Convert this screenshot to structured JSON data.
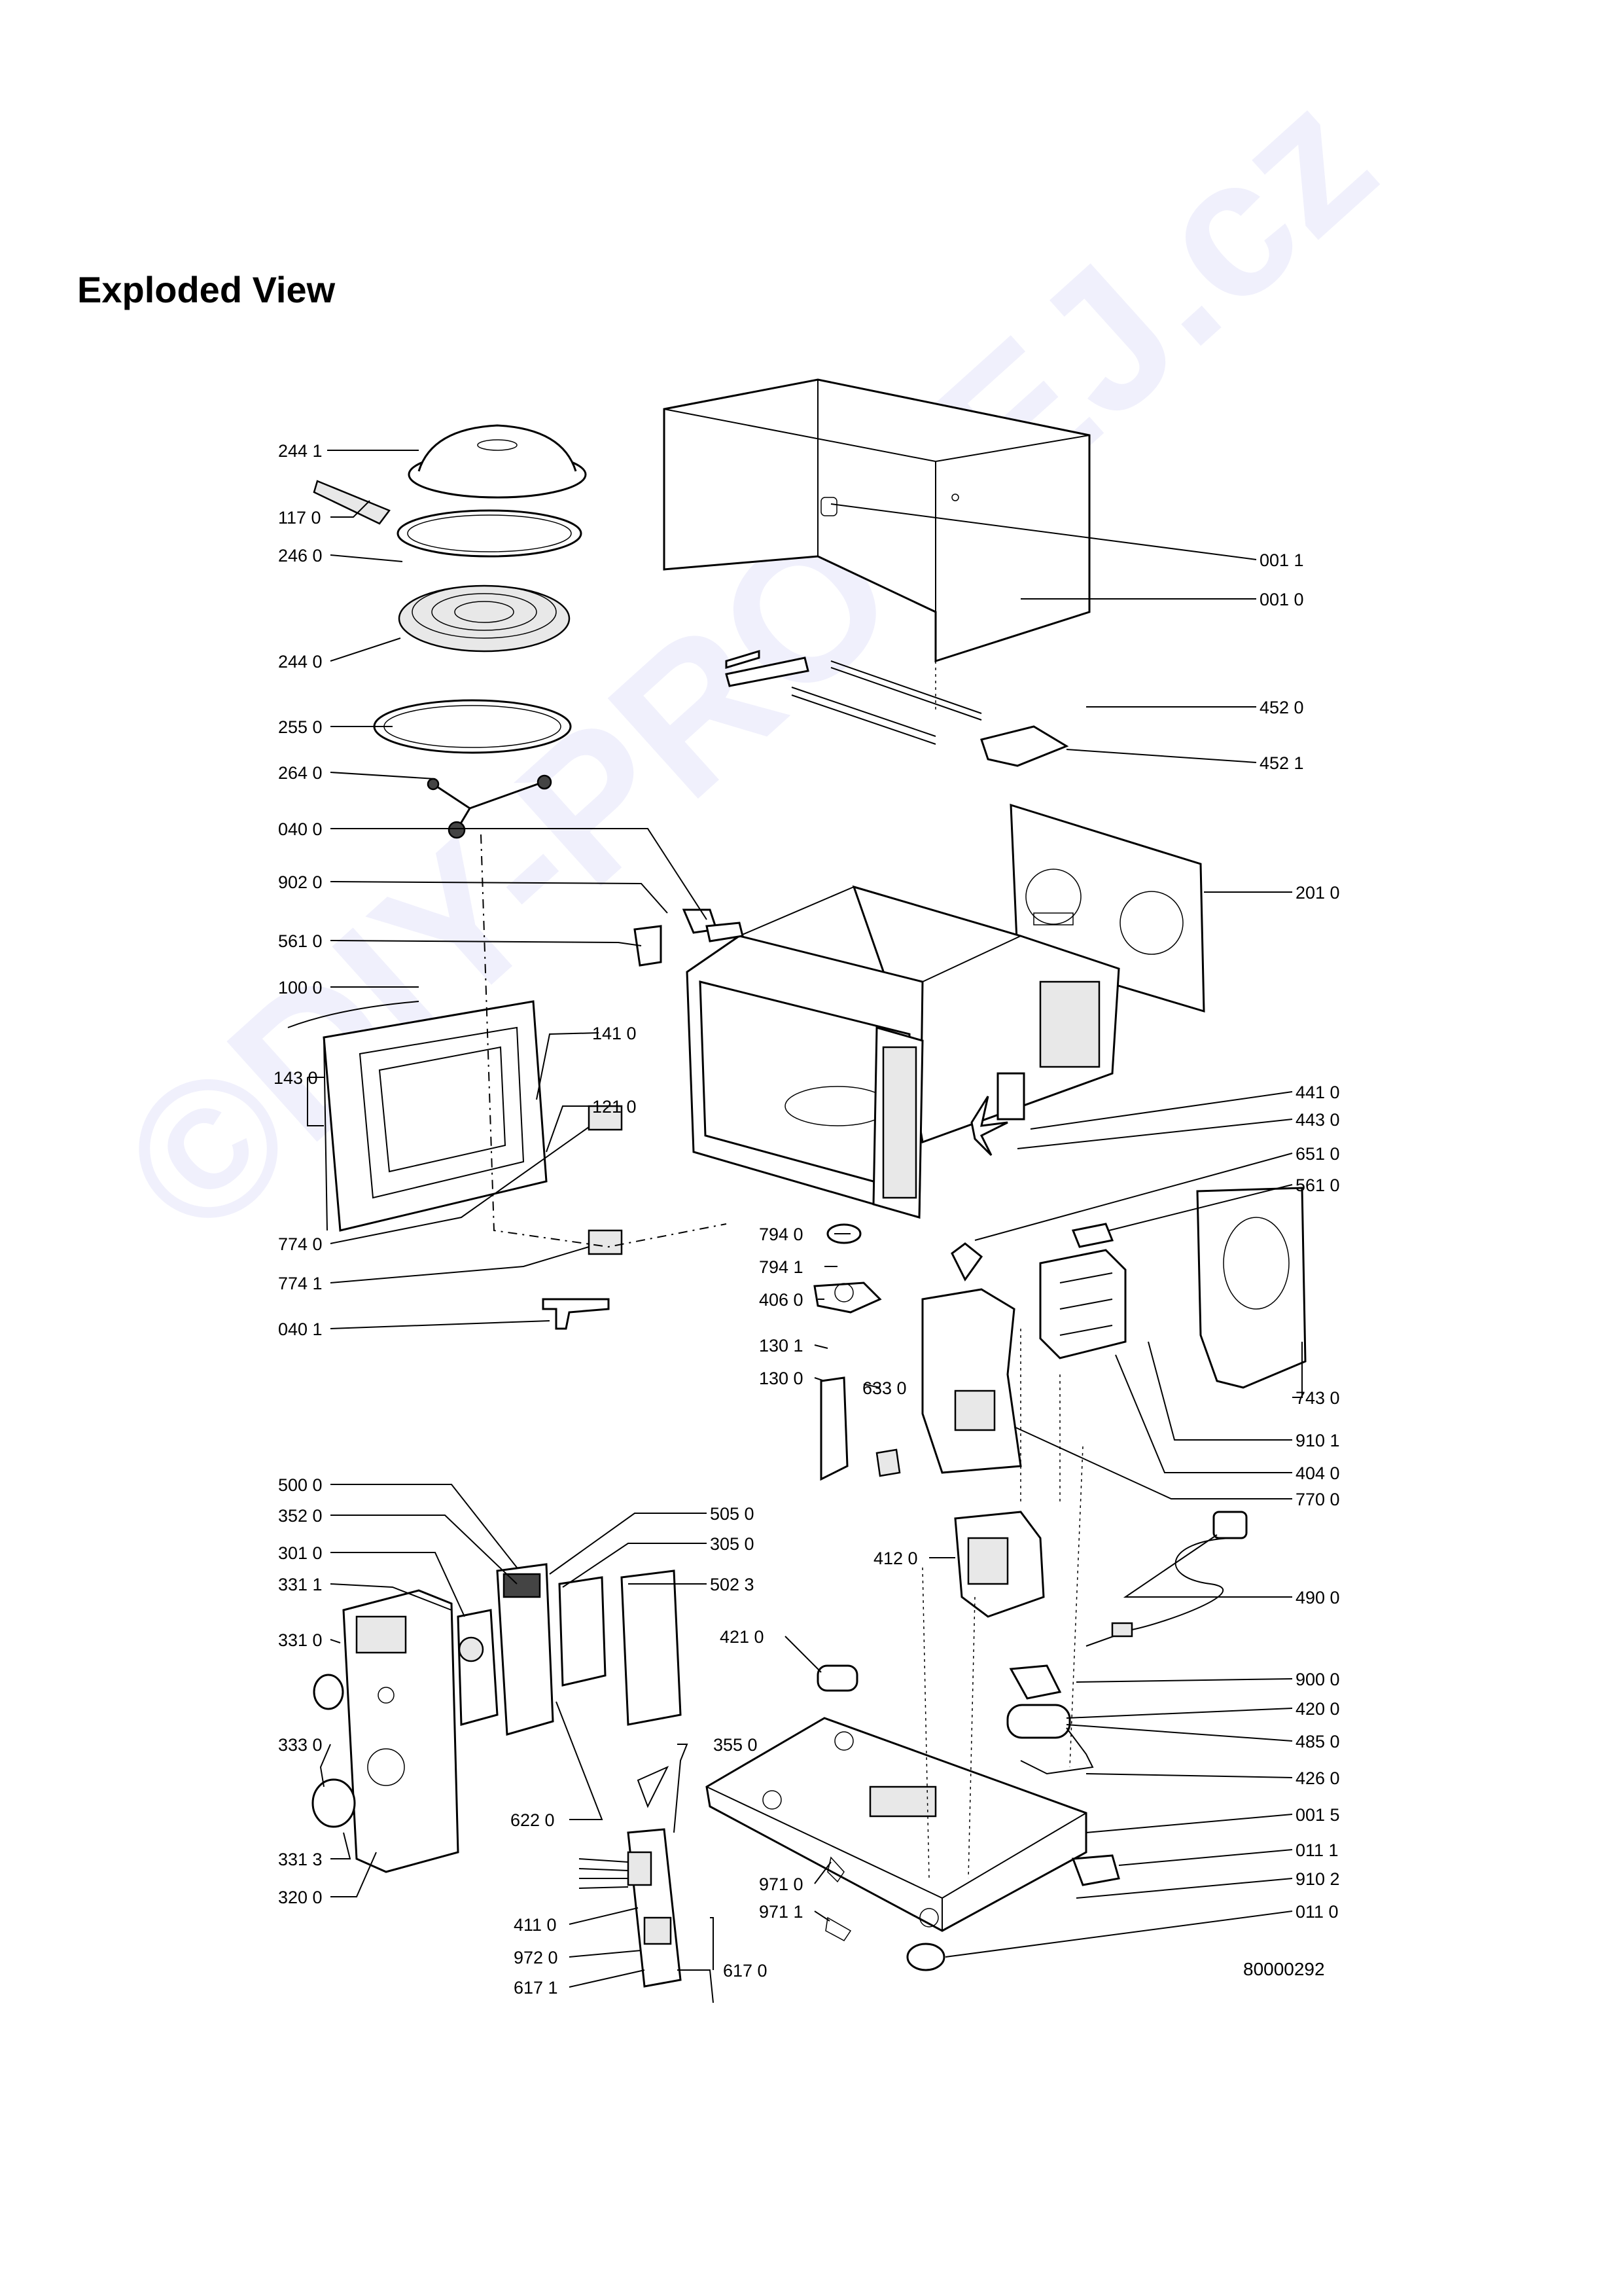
{
  "title": "Exploded View",
  "doc_number": "80000292",
  "watermark": "©DIY-PRODEJ.cz",
  "labels": [
    {
      "id": "l-2441",
      "text": "244 1"
    },
    {
      "id": "l-1170",
      "text": "117 0"
    },
    {
      "id": "l-2460",
      "text": "246 0"
    },
    {
      "id": "l-2440",
      "text": "244 0"
    },
    {
      "id": "l-2550",
      "text": "255 0"
    },
    {
      "id": "l-2640",
      "text": "264 0"
    },
    {
      "id": "l-0400",
      "text": "040 0"
    },
    {
      "id": "l-9020",
      "text": "902 0"
    },
    {
      "id": "l-5610a",
      "text": "561 0"
    },
    {
      "id": "l-1000",
      "text": "100 0"
    },
    {
      "id": "l-1410",
      "text": "141 0"
    },
    {
      "id": "l-1430",
      "text": "143 0"
    },
    {
      "id": "l-1210",
      "text": "121 0"
    },
    {
      "id": "l-7740",
      "text": "774 0"
    },
    {
      "id": "l-7741",
      "text": "774 1"
    },
    {
      "id": "l-0401",
      "text": "040 1"
    },
    {
      "id": "l-0011",
      "text": "001 1"
    },
    {
      "id": "l-0010",
      "text": "001 0"
    },
    {
      "id": "l-4520",
      "text": "452 0"
    },
    {
      "id": "l-4521",
      "text": "452 1"
    },
    {
      "id": "l-2010",
      "text": "201 0"
    },
    {
      "id": "l-4410",
      "text": "441 0"
    },
    {
      "id": "l-4430",
      "text": "443 0"
    },
    {
      "id": "l-6510",
      "text": "651 0"
    },
    {
      "id": "l-5610b",
      "text": "561 0"
    },
    {
      "id": "l-7940",
      "text": "794 0"
    },
    {
      "id": "l-7941",
      "text": "794 1"
    },
    {
      "id": "l-4060",
      "text": "406 0"
    },
    {
      "id": "l-1301",
      "text": "130 1"
    },
    {
      "id": "l-1300",
      "text": "130 0"
    },
    {
      "id": "l-6330",
      "text": "633 0"
    },
    {
      "id": "l-7430",
      "text": "743 0"
    },
    {
      "id": "l-9101",
      "text": "910 1"
    },
    {
      "id": "l-4040",
      "text": "404 0"
    },
    {
      "id": "l-7700",
      "text": "770 0"
    },
    {
      "id": "l-5000",
      "text": "500 0"
    },
    {
      "id": "l-3520",
      "text": "352 0"
    },
    {
      "id": "l-3010",
      "text": "301 0"
    },
    {
      "id": "l-3311",
      "text": "331 1"
    },
    {
      "id": "l-3310",
      "text": "331 0"
    },
    {
      "id": "l-3330",
      "text": "333 0"
    },
    {
      "id": "l-3313",
      "text": "331 3"
    },
    {
      "id": "l-3200",
      "text": "320 0"
    },
    {
      "id": "l-5050",
      "text": "505 0"
    },
    {
      "id": "l-3050",
      "text": "305 0"
    },
    {
      "id": "l-5023",
      "text": "502 3"
    },
    {
      "id": "l-4120",
      "text": "412 0"
    },
    {
      "id": "l-4210",
      "text": "421 0"
    },
    {
      "id": "l-6220",
      "text": "622 0"
    },
    {
      "id": "l-3550",
      "text": "355 0"
    },
    {
      "id": "l-4900",
      "text": "490 0"
    },
    {
      "id": "l-9000",
      "text": "900 0"
    },
    {
      "id": "l-4200",
      "text": "420 0"
    },
    {
      "id": "l-4850",
      "text": "485 0"
    },
    {
      "id": "l-4260",
      "text": "426 0"
    },
    {
      "id": "l-0015",
      "text": "001 5"
    },
    {
      "id": "l-0111",
      "text": "011 1"
    },
    {
      "id": "l-9102",
      "text": "910 2"
    },
    {
      "id": "l-0110",
      "text": "011 0"
    },
    {
      "id": "l-9710",
      "text": "971 0"
    },
    {
      "id": "l-9711",
      "text": "971 1"
    },
    {
      "id": "l-4110",
      "text": "411 0"
    },
    {
      "id": "l-9720",
      "text": "972 0"
    },
    {
      "id": "l-6171",
      "text": "617 1"
    },
    {
      "id": "l-6170",
      "text": "617 0"
    }
  ]
}
